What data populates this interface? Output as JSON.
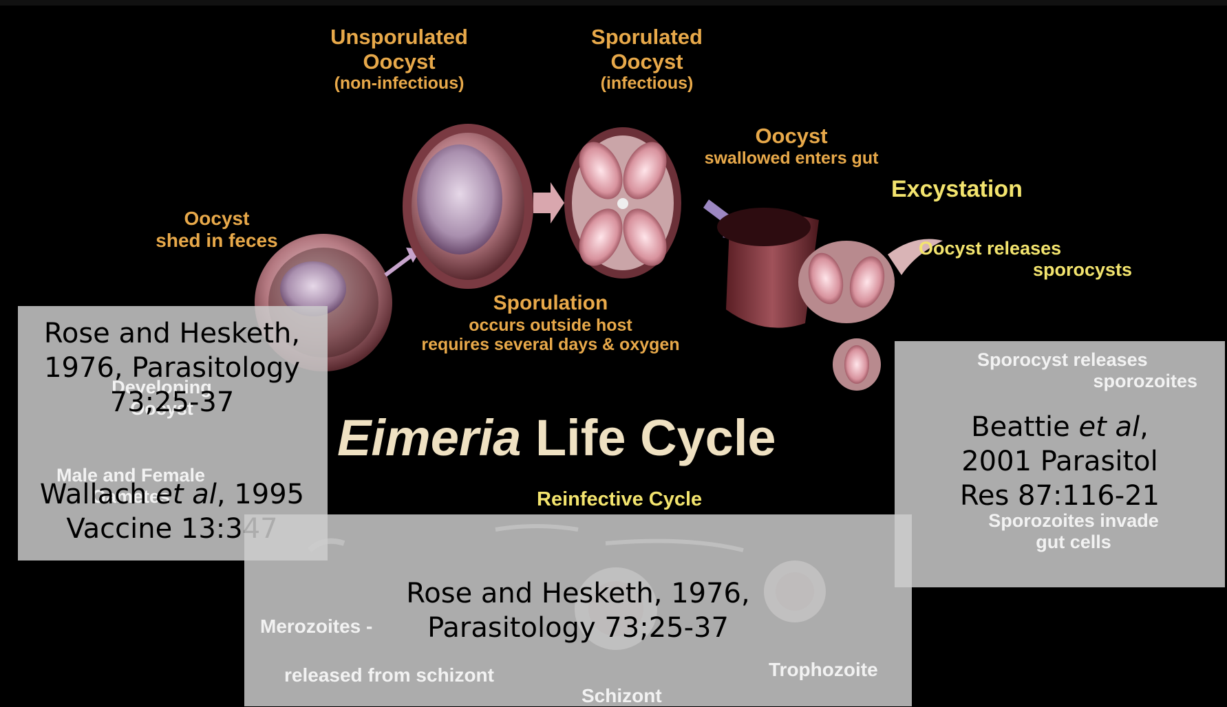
{
  "diagram": {
    "title_italic": "Eimeria",
    "title_rest": " Life Cycle",
    "stages": {
      "unsporulated": {
        "line1": "Unsporulated",
        "line2": "Oocyst",
        "line3": "(non-infectious)"
      },
      "sporulated": {
        "line1": "Sporulated",
        "line2": "Oocyst",
        "line3": "(infectious)"
      },
      "oocyst_gut": {
        "line1": "Oocyst",
        "line2": "swallowed enters gut"
      },
      "excystation": "Excystation",
      "oocyst_releases": {
        "line1": "Oocyst releases",
        "line2": "sporocysts"
      },
      "oocyst_shed": {
        "line1": "Oocyst",
        "line2": "shed in feces"
      },
      "sporulation": {
        "line1": "Sporulation",
        "line2": "occurs outside host",
        "line3": "requires several days & oxygen"
      },
      "reinfective": "Reinfective Cycle",
      "sporocyst_releases": {
        "line1": "Sporocyst releases",
        "line2": "sporozoites"
      },
      "sporozoites_invade": {
        "line1": "Sporozoites invade",
        "line2": "gut cells"
      },
      "developing": {
        "line1": "Developing",
        "line2": "Oocyst"
      },
      "gametes": {
        "line1": "Male and Female",
        "line2": "Gametes"
      },
      "merozoites": "Merozoites -",
      "released": "released from schizont",
      "trophozoite": "Trophozoite",
      "schizont": "Schizont"
    }
  },
  "citations": {
    "left_a": {
      "line1": "Rose and Hesketh,",
      "line2": "1976, Parasitology",
      "line3": "73;25-37"
    },
    "left_b": {
      "pre": "Wallach ",
      "italic": "et al",
      "post": ", 1995",
      "line2": "Vaccine 13:347"
    },
    "right": {
      "pre": "Beattie ",
      "italic": "et al",
      "post": ",",
      "line2": "2001 Parasitol",
      "line3": "Res 87:116-21"
    },
    "bottom": {
      "line1": "Rose and Hesketh, 1976,",
      "line2": "Parasitology 73;25-37"
    }
  }
}
